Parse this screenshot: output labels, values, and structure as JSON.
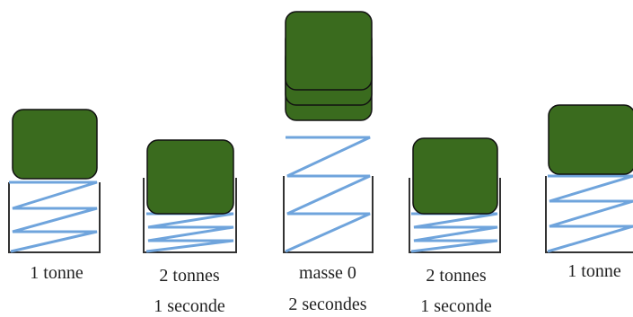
{
  "colors": {
    "mass": "#3a6b1e",
    "spring": "#6fa4dc",
    "cup": "#333333"
  },
  "figures": [
    {
      "caption_line1": "1 tonne",
      "caption_line2": ""
    },
    {
      "caption_line1": "2 tonnes",
      "caption_line2": "1 seconde"
    },
    {
      "caption_line1": "masse 0",
      "caption_line2": "2 secondes"
    },
    {
      "caption_line1": "2 tonnes",
      "caption_line2": "1 seconde"
    },
    {
      "caption_line1": "1 tonne",
      "caption_line2": ""
    }
  ]
}
